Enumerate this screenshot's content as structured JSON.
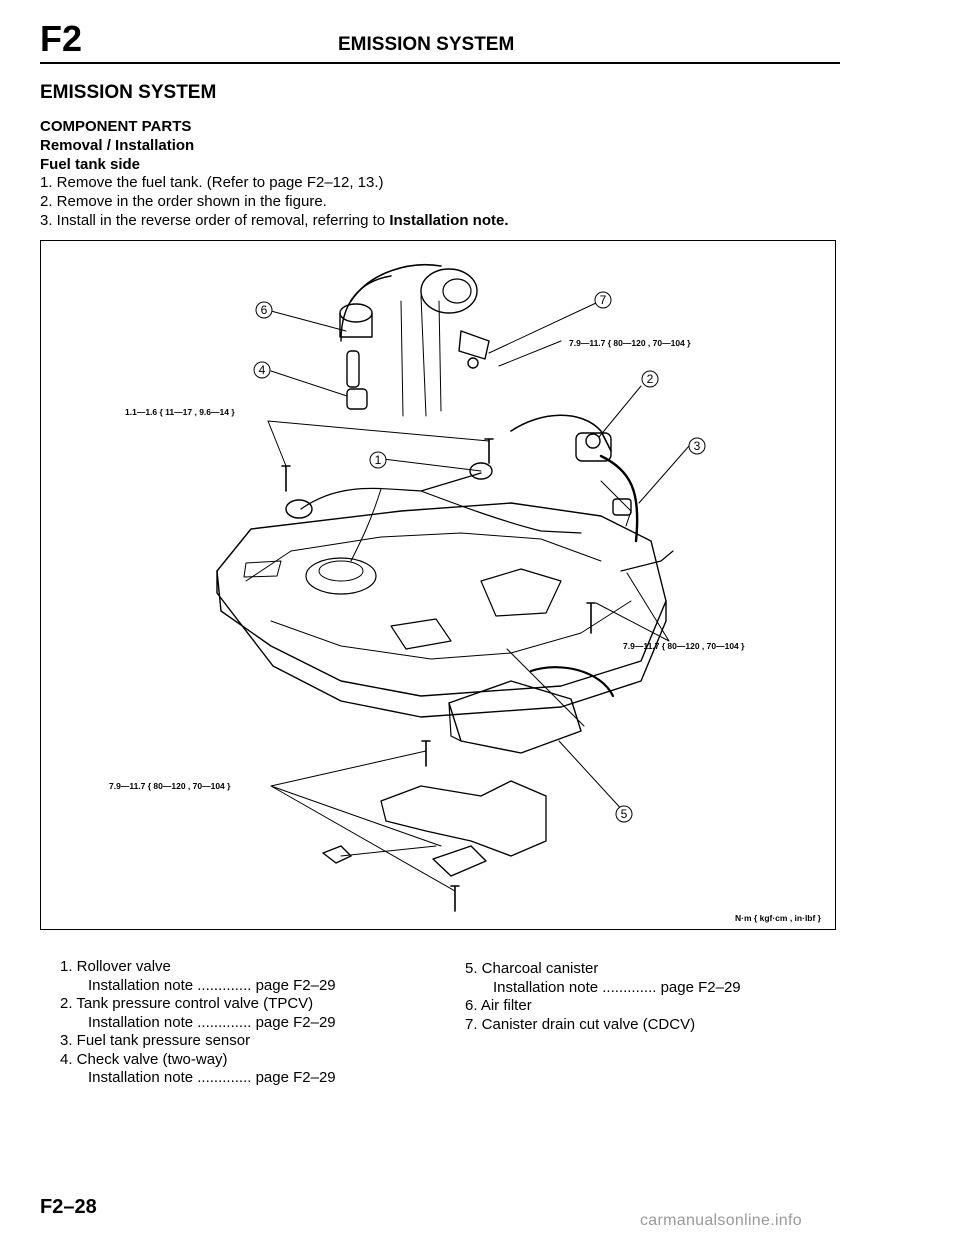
{
  "header": {
    "code": "F2",
    "title": "EMISSION SYSTEM"
  },
  "section_title": "EMISSION SYSTEM",
  "subheads": {
    "component_parts": "COMPONENT PARTS",
    "removal_installation": "Removal / Installation",
    "fuel_tank_side": "Fuel tank side"
  },
  "steps": [
    {
      "text": "1.  Remove the fuel tank. (Refer to page F2–12, 13.)",
      "bold": ""
    },
    {
      "text": "2.  Remove in the order shown in the figure.",
      "bold": ""
    },
    {
      "text": "3.  Install in the reverse order of removal, referring to ",
      "bold": "Installation note."
    }
  ],
  "figure": {
    "torque_labels": {
      "t1": "1.1—1.6 { 11—17 , 9.6—14 }",
      "t2": "7.9—11.7 { 80—120 , 70—104 }",
      "t3": "7.9—11.7 { 80—120 , 70—104 }",
      "t4": "7.9—11.7 { 80—120 , 70—104 }"
    },
    "callouts": {
      "c1": "1",
      "c2": "2",
      "c3": "3",
      "c4": "4",
      "c5": "5",
      "c6": "6",
      "c7": "7"
    },
    "units": "N·m { kgf·cm , in·lbf }"
  },
  "legend": {
    "left": [
      "1.  Rollover valve",
      "Installation note ............. page F2–29",
      "2.  Tank pressure control valve (TPCV)",
      "Installation note ............. page F2–29",
      "3.  Fuel tank pressure sensor",
      "4.  Check valve (two-way)",
      "Installation note ............. page F2–29"
    ],
    "right": [
      "5.  Charcoal canister",
      "Installation note ............. page F2–29",
      "6.  Air filter",
      "7.  Canister drain cut valve (CDCV)"
    ]
  },
  "footer": {
    "page_number": "F2–28",
    "watermark": "carmanualsonline.info"
  }
}
